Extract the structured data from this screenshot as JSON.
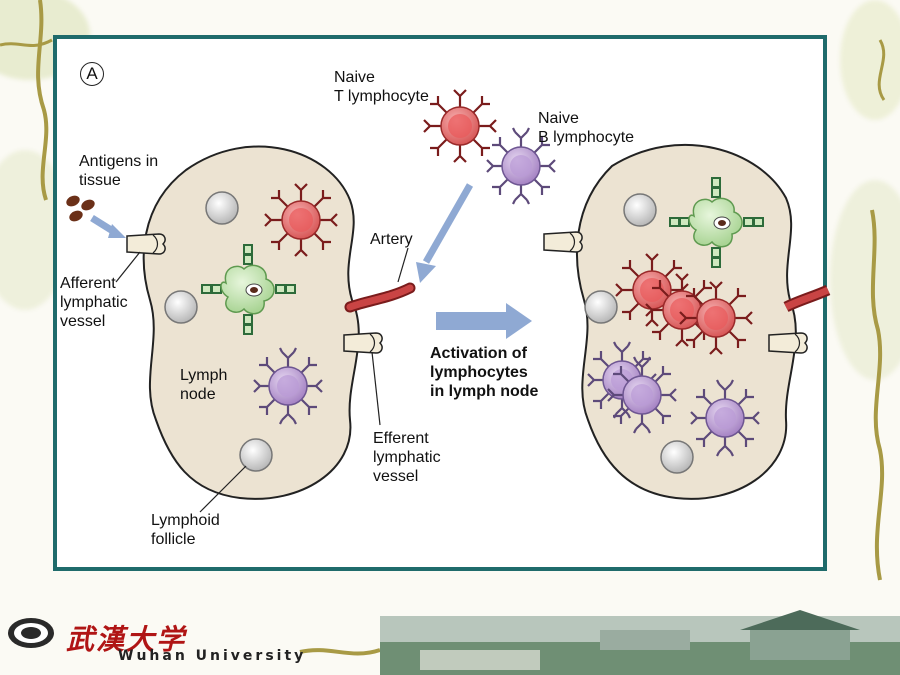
{
  "panel_badge": "A",
  "labels": {
    "naive_t": "Naive\nT lymphocyte",
    "naive_b": "Naive\nB lymphocyte",
    "antigens": "Antigens in\ntissue",
    "afferent": "Afferent\nlymphatic\nvessel",
    "artery": "Artery",
    "lymph_node": "Lymph\nnode",
    "efferent": "Efferent\nlymphatic\nvessel",
    "lymphoid_follicle": "Lymphoid\nfollicle",
    "activation": "Activation of\nlymphocytes\nin lymph node"
  },
  "footer": {
    "university_cn": "武漢大学",
    "university_en": "Wuhan University"
  },
  "colors": {
    "frame": "#1f6b6b",
    "node_fill": "#ece3d2",
    "t_cell": "#e06a6a",
    "b_cell": "#b79ad0",
    "dendritic": "#b9dca9",
    "arrow": "#8fa9d3",
    "artery": "#b33a3a"
  }
}
